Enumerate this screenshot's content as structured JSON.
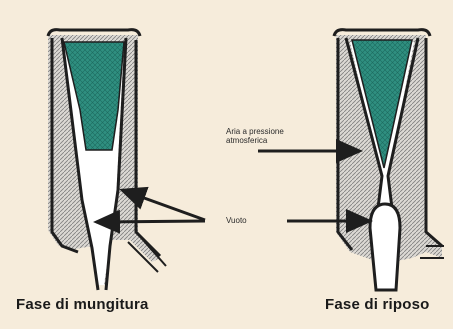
{
  "labels": {
    "air_line1": "Aria a pressione",
    "air_line2": "atmosferica",
    "vacuum": "Vuoto"
  },
  "captions": {
    "left": "Fase di mungitura",
    "right": "Fase di riposo"
  },
  "colors": {
    "background": "#f6ecdb",
    "shell_fill": "#d9d6d2",
    "hatch": "#8c8c8c",
    "milk_teat": "#2f8f80",
    "outline": "#1e1e1e",
    "liner": "#ffffff"
  }
}
